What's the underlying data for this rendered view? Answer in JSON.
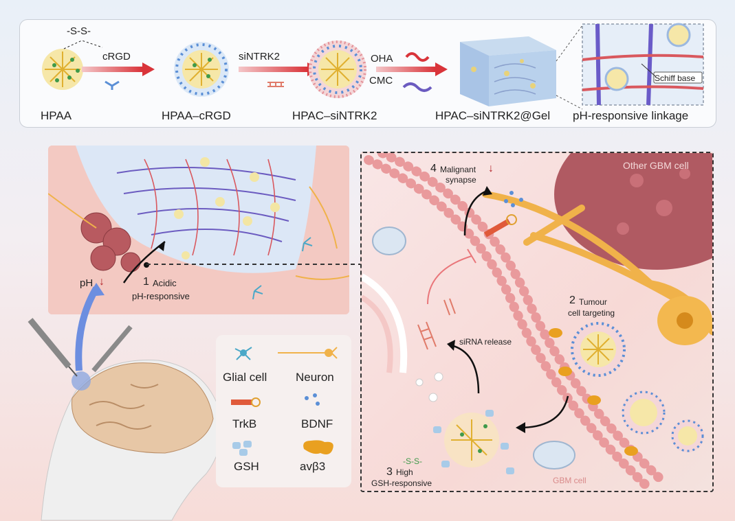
{
  "synthesis": {
    "disulfide": "-S-S-",
    "step1_reagent": "cRGD",
    "step2_reagent": "siNTRK2",
    "step3_reagent_a": "OHA",
    "step3_reagent_b": "CMC",
    "labels": [
      "HPAA",
      "HPAA–cRGD",
      "HPAC–siNTRK2",
      "HPAC–siNTRK2@Gel",
      "pH-responsive linkage"
    ],
    "schiff_base": "Schiff base"
  },
  "tissue": {
    "ph_label": "pH",
    "step1_number": "1",
    "step1_text_a": "Acidic",
    "step1_text_b": "pH-responsive"
  },
  "legend": {
    "items": [
      "Glial cell",
      "Neuron",
      "TrkB",
      "BDNF",
      "GSH",
      "avβ3"
    ]
  },
  "inset": {
    "other_cell": "Other GBM cell",
    "step4_number": "4",
    "step4_text_a": "Malignant",
    "step4_text_b": "synapse",
    "step2_number": "2",
    "step2_text_a": "Tumour",
    "step2_text_b": "cell targeting",
    "sirna_release": "siRNA release",
    "step3_number": "3",
    "step3_text_a": "High",
    "step3_text_b": "GSH-responsive",
    "ss_label": "-S-S-",
    "gbm_cell": "GBM cell"
  },
  "colors": {
    "arrow_red": "#d9343a",
    "membrane_pink": "#e99a9c",
    "gel_blue": "#a9c4e6",
    "neuron_orange": "#f0b24a",
    "down_arrow": "#b3242a"
  }
}
